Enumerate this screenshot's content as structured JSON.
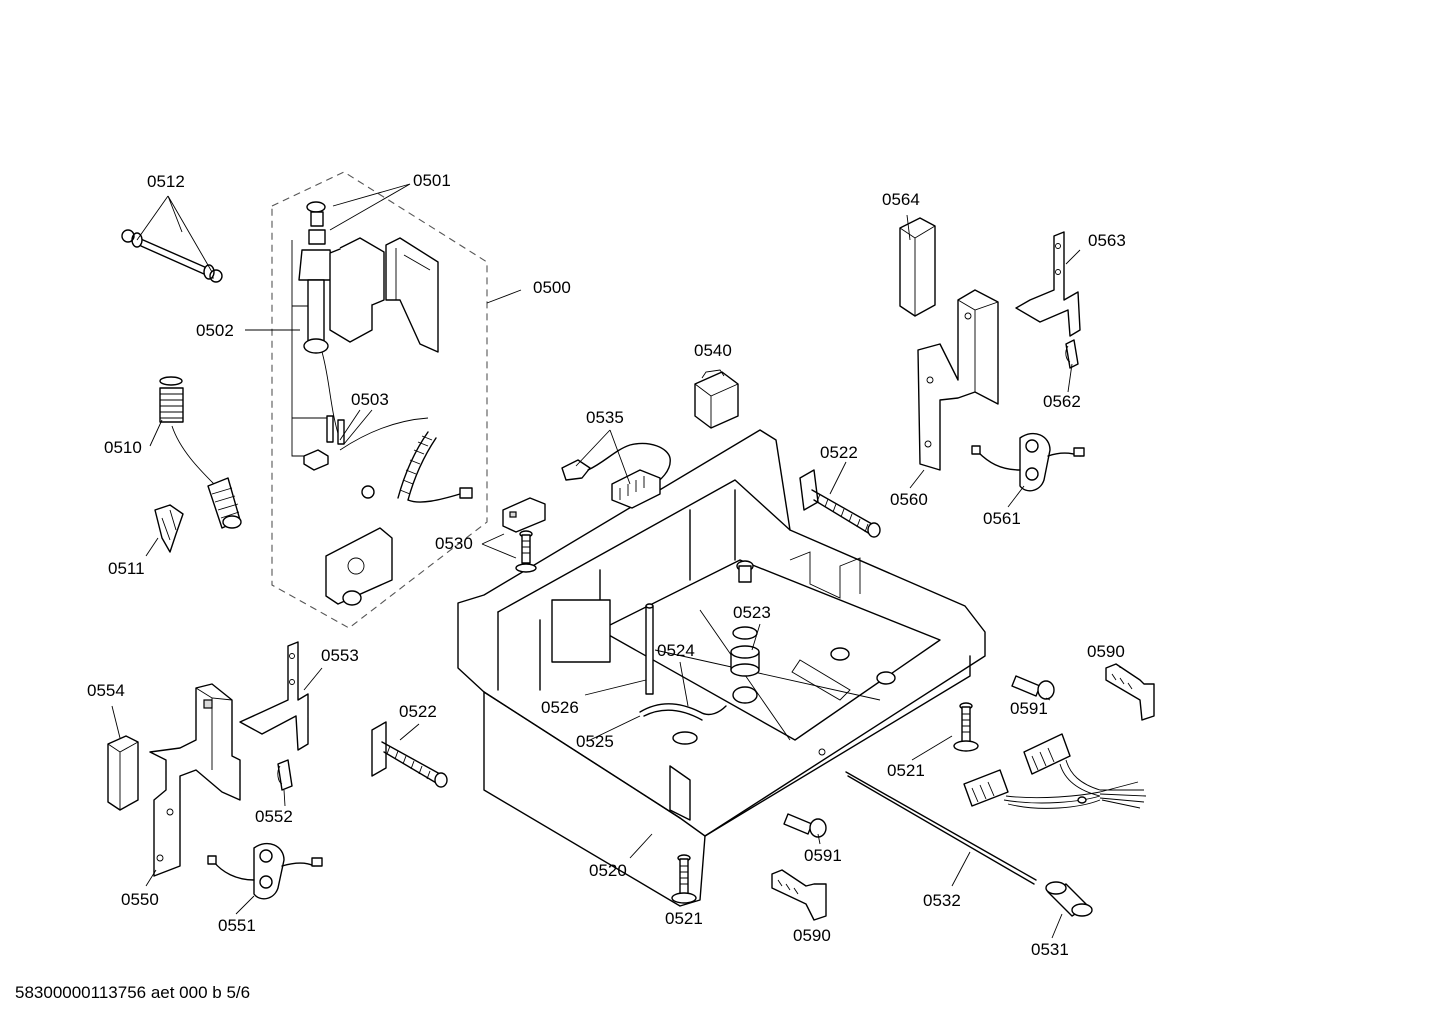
{
  "diagram": {
    "footer": "58300000113756 aet 000 b 5/6",
    "labels": [
      {
        "id": "0512",
        "text": "0512"
      },
      {
        "id": "0501",
        "text": "0501"
      },
      {
        "id": "0500",
        "text": "0500"
      },
      {
        "id": "0502",
        "text": "0502"
      },
      {
        "id": "0503",
        "text": "0503"
      },
      {
        "id": "0510",
        "text": "0510"
      },
      {
        "id": "0511",
        "text": "0511"
      },
      {
        "id": "0530",
        "text": "0530"
      },
      {
        "id": "0540",
        "text": "0540"
      },
      {
        "id": "0535",
        "text": "0535"
      },
      {
        "id": "0522a",
        "text": "0522"
      },
      {
        "id": "0564",
        "text": "0564"
      },
      {
        "id": "0563",
        "text": "0563"
      },
      {
        "id": "0562",
        "text": "0562"
      },
      {
        "id": "0560",
        "text": "0560"
      },
      {
        "id": "0561",
        "text": "0561"
      },
      {
        "id": "0523",
        "text": "0523"
      },
      {
        "id": "0524",
        "text": "0524"
      },
      {
        "id": "0526",
        "text": "0526"
      },
      {
        "id": "0525",
        "text": "0525"
      },
      {
        "id": "0553",
        "text": "0553"
      },
      {
        "id": "0554",
        "text": "0554"
      },
      {
        "id": "0522b",
        "text": "0522"
      },
      {
        "id": "0552",
        "text": "0552"
      },
      {
        "id": "0550",
        "text": "0550"
      },
      {
        "id": "0551",
        "text": "0551"
      },
      {
        "id": "0520",
        "text": "0520"
      },
      {
        "id": "0521a",
        "text": "0521"
      },
      {
        "id": "0521b",
        "text": "0521"
      },
      {
        "id": "0591a",
        "text": "0591"
      },
      {
        "id": "0591b",
        "text": "0591"
      },
      {
        "id": "0590a",
        "text": "0590"
      },
      {
        "id": "0590b",
        "text": "0590"
      },
      {
        "id": "0532",
        "text": "0532"
      },
      {
        "id": "0531",
        "text": "0531"
      }
    ]
  }
}
